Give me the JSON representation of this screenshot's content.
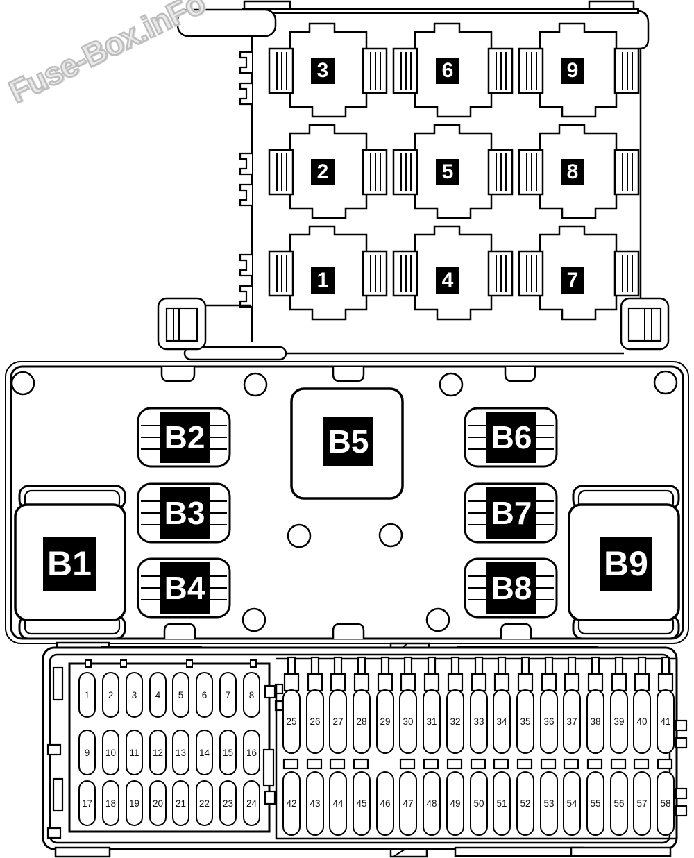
{
  "watermark": {
    "text": "Fuse-Box.inFo"
  },
  "relay_carrier": {
    "description": "top relay carrier 3x3",
    "rows": [
      [
        "3",
        "6",
        "9"
      ],
      [
        "2",
        "5",
        "8"
      ],
      [
        "1",
        "4",
        "7"
      ]
    ]
  },
  "relay_plate": {
    "large_left": "B1",
    "left_column": [
      "B2",
      "B3",
      "B4"
    ],
    "center": "B5",
    "right_column": [
      "B6",
      "B7",
      "B8"
    ],
    "large_right": "B9"
  },
  "fuse_panel": {
    "left_block_rows": [
      [
        "1",
        "2",
        "3",
        "4",
        "5",
        "6",
        "7",
        "8"
      ],
      [
        "9",
        "10",
        "11",
        "12",
        "13",
        "14",
        "15",
        "16"
      ],
      [
        "17",
        "18",
        "19",
        "20",
        "21",
        "22",
        "23",
        "24"
      ]
    ],
    "right_block_rows": [
      [
        "25",
        "26",
        "27",
        "28",
        "29",
        "30",
        "31",
        "32",
        "33",
        "34",
        "35",
        "36",
        "37",
        "38",
        "39",
        "40",
        "41"
      ],
      [
        "42",
        "43",
        "44",
        "45",
        "46",
        "47",
        "48",
        "49",
        "50",
        "51",
        "52",
        "53",
        "54",
        "55",
        "56",
        "57",
        "58"
      ]
    ]
  },
  "colors": {
    "line": "#000000",
    "fill": "#ffffff",
    "label_bg": "#000000",
    "label_text": "#ffffff",
    "fuse_text": "#111111",
    "watermark": "#bdbdbd"
  }
}
